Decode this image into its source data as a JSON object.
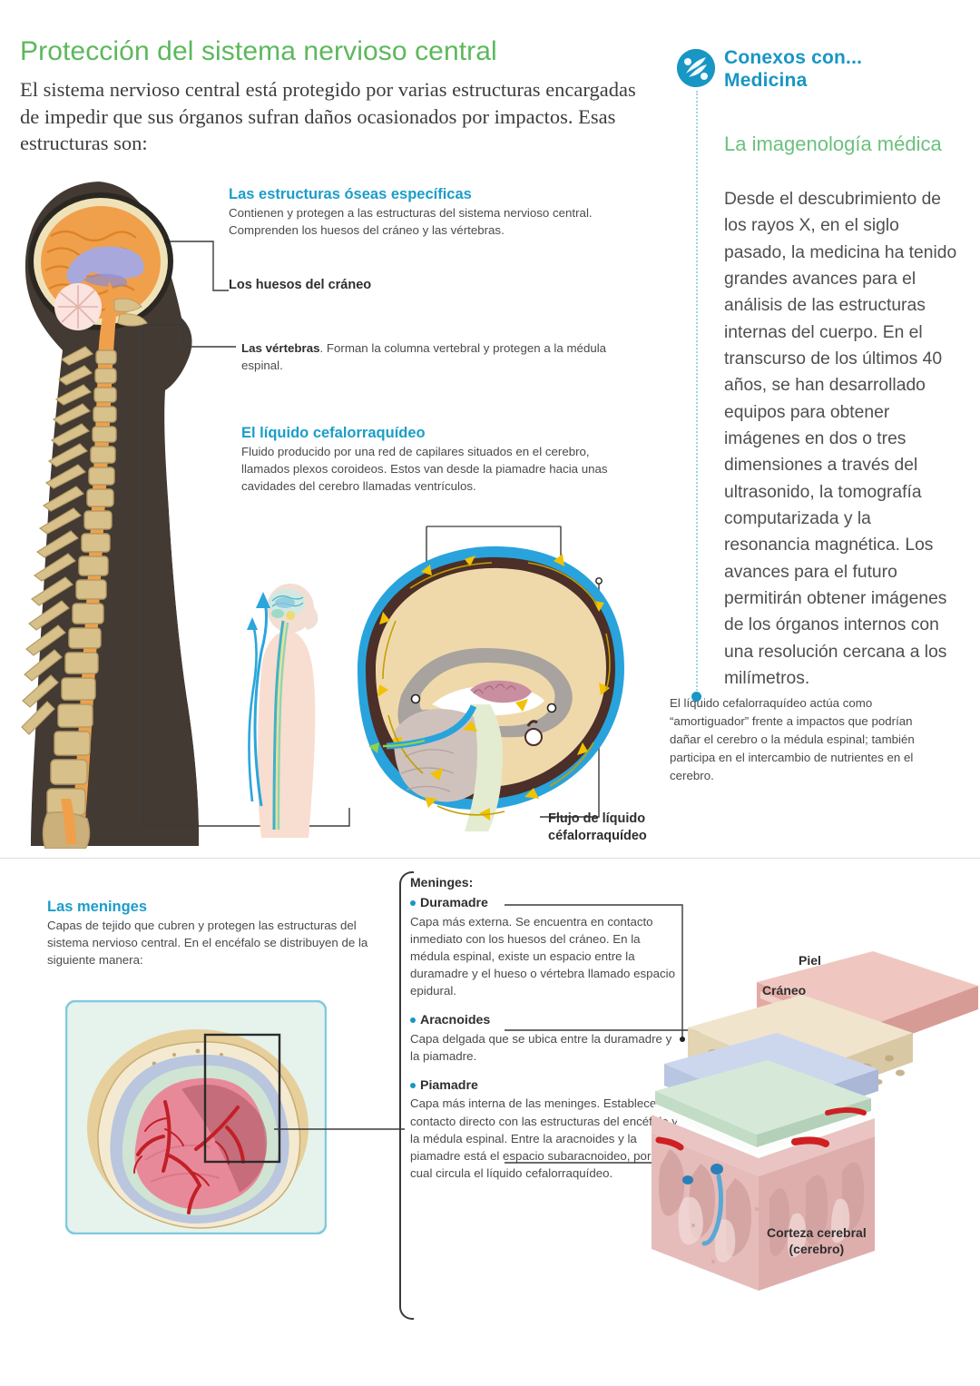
{
  "page": {
    "title": "Protección del sistema nervioso central",
    "intro": "El sistema nervioso central está protegido por varias estructuras encargadas de impedir que sus órganos sufran daños ocasionados por impactos. Esas estructuras son:"
  },
  "callouts": {
    "bones": {
      "heading": "Las estructuras óseas específicas",
      "body": "Contienen y protegen a las estructuras del sistema nervioso central. Comprenden los huesos del cráneo y las vértebras."
    },
    "skull_label": "Los huesos del cráneo",
    "vertebrae_label": "Las vértebras",
    "vertebrae_body": ". Forman la columna vertebral y protegen a la médula espinal.",
    "csf": {
      "heading": "El líquido cefalorraquídeo",
      "body": "Fluido producido por una red de capilares situados en el cerebro, llamados plexos coroideos. Estos van desde la piamadre hacia unas cavidades del cerebro llamadas ventrículos."
    },
    "flow_label": "Flujo de líquido céfalorraquídeo"
  },
  "sidebar": {
    "title_line1": "Conexos con...",
    "title_line2": "Medicina",
    "subtitle": "La imagenología médica",
    "body": "Desde el descubrimiento de los rayos X, en el siglo pasado, la medicina ha tenido grandes avances para el análisis de las estructuras internas del cuerpo. En el transcurso de los últimos 40 años, se han desarrollado equipos para obtener imágenes en dos o tres dimensiones a través del ultrasonido, la tomografía computarizada y la resonancia magnética. Los avances para el futuro permitirán obtener imágenes de los órganos internos con una resolución cercana a los milímetros.",
    "icon": "caduceus-icon",
    "accent_color": "#1896c4",
    "subtitle_color": "#6cc07e"
  },
  "csf_caption": "El líquido cefalorraquídeo actúa como “amortiguador” frente a impactos que podrían dañar el cerebro o la médula espinal; también participa en el intercambio de nutrientes en el cerebro.",
  "meninges": {
    "heading": "Las meninges",
    "body": "Capas de tejido que cubren y protegen las estructuras del sistema nervioso central. En el encéfalo se distribuyen de la siguiente manera:",
    "list_title": "Meninges:",
    "items": [
      {
        "name": "Duramadre",
        "text": "Capa más externa. Se encuentra en contacto inmediato con los huesos del cráneo. En la médula espinal, existe un espacio entre la duramadre y el hueso o vértebra llamado espacio epidural."
      },
      {
        "name": "Aracnoides",
        "text": "Capa delgada que se ubica entre la duramadre y la piamadre."
      },
      {
        "name": "Piamadre",
        "text": "Capa más interna de las meninges. Establece contacto directo con las estructuras del encéfalo y la médula espinal. Entre la aracnoides y la piamadre está el espacio subaracnoideo, por el cual circula el líquido cefalorraquídeo."
      }
    ]
  },
  "block_labels": {
    "skin": "Piel",
    "skull": "Cráneo",
    "cortex_line1": "Corteza cerebral",
    "cortex_line2": "(cerebro)"
  },
  "colors": {
    "title_green": "#5cb85c",
    "heading_teal": "#1b9dc9",
    "sidebar_blue": "#1896c4",
    "sidebar_green": "#6cc07e",
    "silhouette": "#433a33",
    "bone": "#d8c08a",
    "brain_orange": "#f0a04b",
    "csf_blue": "#29a3dc",
    "arrow_yellow": "#f2c200",
    "skin_pink": "#f3cfc9",
    "cortex_pink": "#e3b3b3",
    "dura_blue": "#c3cfe8",
    "arachnoid_green": "#cfe3d4"
  }
}
